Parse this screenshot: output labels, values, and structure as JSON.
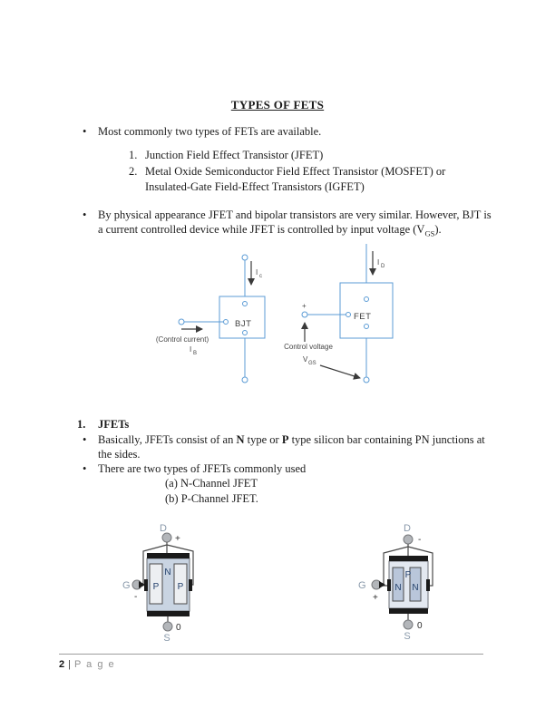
{
  "colors": {
    "diagram_line_blue": "#5b9bd5",
    "diagram_text_gray": "#454545",
    "arrow_dark": "#3a3a3a",
    "terminal_label_blue_gray": "#8a9aab",
    "np_letter_navy": "#23406b",
    "n_channel_fill": "#c9d4e2",
    "p_gate_fill": "#edeff2",
    "p_channel_fill": "#e3e8f0",
    "n_gate_fill": "#b9c6da",
    "contact_black": "#1a1a1a",
    "terminal_circle_fill": "#b3b6ba",
    "footer_gray": "#909090"
  },
  "bullet_glyph": "•",
  "title": "TYPES OF FETS",
  "bullets": {
    "intro": "Most commonly two types of FETs are available.",
    "appearance_pre": "By physical appearance JFET and bipolar transistors are very similar. However, BJT is a current controlled device while JFET is controlled by input voltage (V",
    "appearance_sub": "GS",
    "appearance_post": ")."
  },
  "fet_types": [
    {
      "num": "1.",
      "text": "Junction Field Effect Transistor (JFET)"
    },
    {
      "num": "2.",
      "text": "Metal Oxide Semiconductor Field Effect Transistor (MOSFET) or Insulated-Gate Field-Effect Transistors (IGFET)"
    }
  ],
  "comparison_diagram": {
    "ic": "I",
    "ic_sub": "c",
    "id": "I",
    "id_sub": "D",
    "bjt": "BJT",
    "fet": "FET",
    "control_current": "(Control current)",
    "ib": "I",
    "ib_sub": "B",
    "plus": "+",
    "control_voltage": "Control voltage",
    "v": "V",
    "v_sub": "GS"
  },
  "jfet_section": {
    "num": "1.",
    "heading": "JFETs",
    "b1_pre": "Basically, JFETs consist of an ",
    "b1_bold1": "N",
    "b1_mid": " type or ",
    "b1_bold2": "P",
    "b1_post": " type silicon bar containing PN junctions at the sides.",
    "b2": "There are two types of JFETs commonly used",
    "sub_a": "(a) N-Channel JFET",
    "sub_b": "(b) P-Channel JFET."
  },
  "nchannel_diagram": {
    "d": "D",
    "plus": "+",
    "g": "G",
    "minus": "-",
    "channel": "N",
    "gate_left": "P",
    "gate_right": "P",
    "zero": "0",
    "s": "S"
  },
  "pchannel_diagram": {
    "d": "D",
    "minus": "-",
    "g": "G",
    "plus": "+",
    "channel": "P",
    "gate_left": "N",
    "gate_right": "N",
    "zero": "0",
    "s": "S"
  },
  "footer": {
    "page_number": "2",
    "divider": "|",
    "page_word": "P a g e"
  }
}
